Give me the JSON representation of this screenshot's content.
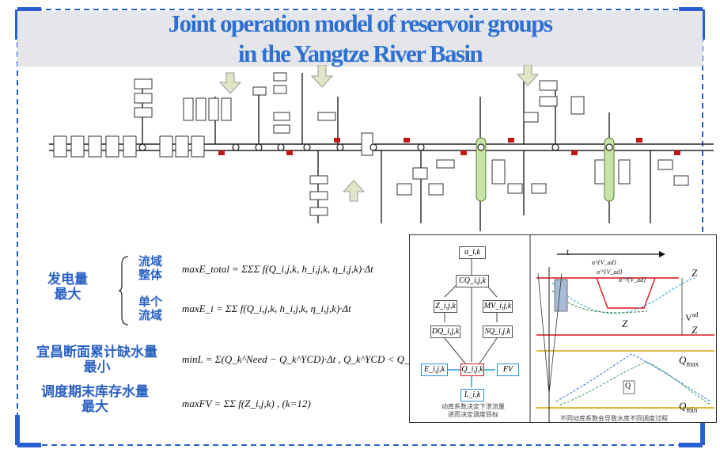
{
  "title_line1": "Joint operation model of reservoir groups",
  "title_line2": "in the Yangtze River Basin",
  "objectives": {
    "power_max": "发电量\n最大",
    "basin_whole": "流域\n整体",
    "single_basin": "单个\n流域",
    "yichang_shortage": "宜昌断面累计缺水量\n最小",
    "end_storage": "调度期末库存水量\n最大"
  },
  "equations": {
    "eq1": "maxE_total = ΣΣΣ f(Q_i,j,k, h_i,j,k, η_i,j,k)·Δt",
    "eq2": "maxE_i = ΣΣ f(Q_i,j,k, h_i,j,k, η_i,j,k)·Δt",
    "eq3": "minL = Σ(Q_k^Need − Q_k^YCD)·Δt ,  Q_k^YCD < Q_k^Need",
    "eq4": "maxFV = ΣΣ f(Z_i,j,k) ,   (k=12)"
  },
  "flow": {
    "alpha": "α_i,k",
    "cq": "CQ_i,j,k",
    "z": "Z_i,j,k",
    "mv": "MV_i,j,k",
    "dq": "DQ_i,j,k",
    "sq": "SQ_i,j,k",
    "e": "E_i,j,k",
    "q": "Q_i,j,k",
    "fv": "FV",
    "l": "L_i,k",
    "caption": "动库系数决定下泄流量\n进而决定调度目标"
  },
  "plot": {
    "t_label": "t",
    "zbar_top": "Z",
    "zbar_low": "Z",
    "vad": "V",
    "vad_sup": "ad",
    "z_mid": "Z",
    "qmax": "Q",
    "qmax_sub": "max",
    "qmin": "Q",
    "qmin_sub": "min",
    "q_box": "Q",
    "alpha1": "α^{V_ad}",
    "alpha2": "α'^{V_ad}",
    "alpha3": "α''^{V_ad}",
    "caption": "不同动库系数会导致水库不同调度过程"
  },
  "colors": {
    "title": "#2e6fd1",
    "cn_label": "#2b62c4",
    "dash_border": "#2a5fd0",
    "band": "#e4e6ea"
  }
}
